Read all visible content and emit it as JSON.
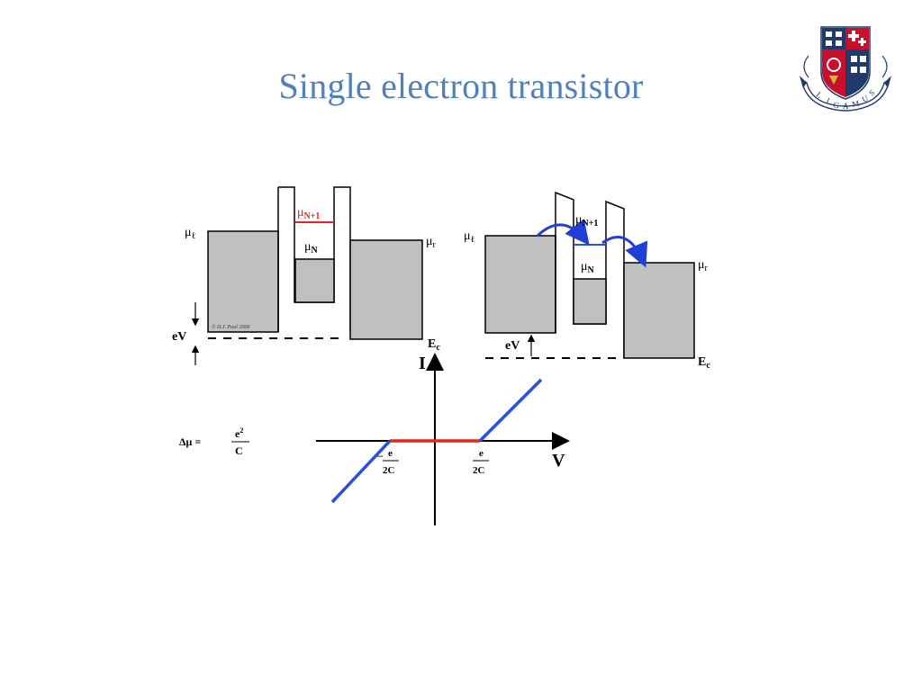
{
  "slide": {
    "title": "Single electron transistor"
  },
  "logo": {
    "motto": "LIGAMUS",
    "colors": {
      "navy": "#1f3a6b",
      "red": "#c8102e",
      "gold": "#d8b04a"
    }
  },
  "diagram_left": {
    "mu_left": "μ",
    "mu_left_sub": "ℓ",
    "mu_right": "μ",
    "mu_right_sub": "r",
    "level_top": "μ",
    "level_top_sub": "N+1",
    "level_bottom": "μ",
    "level_bottom_sub": "N",
    "bias_label": "eV",
    "conduction_band": "E",
    "conduction_band_sub": "c",
    "copyright": "© D.J. Paul 2006"
  },
  "diagram_right": {
    "mu_left": "μ",
    "mu_left_sub": "ℓ",
    "mu_right": "μ",
    "mu_right_sub": "r",
    "level_top": "μ",
    "level_top_sub": "N+1",
    "level_bottom": "μ",
    "level_bottom_sub": "N",
    "bias_label": "eV",
    "conduction_band": "E",
    "conduction_band_sub": "c"
  },
  "iv_plot": {
    "y_axis": "I",
    "x_axis": "V",
    "formula_lhs": "Δμ =",
    "formula_num": "e",
    "formula_num_sup": "2",
    "formula_den": "C",
    "neg_threshold_num": "e",
    "neg_threshold_den": "2C",
    "neg_threshold_sign": "–",
    "pos_threshold_num": "e",
    "pos_threshold_den": "2C"
  },
  "colors": {
    "title": "#4f81bd",
    "barrier_fill": "#c0c0c0",
    "level_red": "#e8231a",
    "iv_line": "#2b50d8",
    "blockade": "#e8231a",
    "arrow_blue": "#1f3fd6"
  }
}
